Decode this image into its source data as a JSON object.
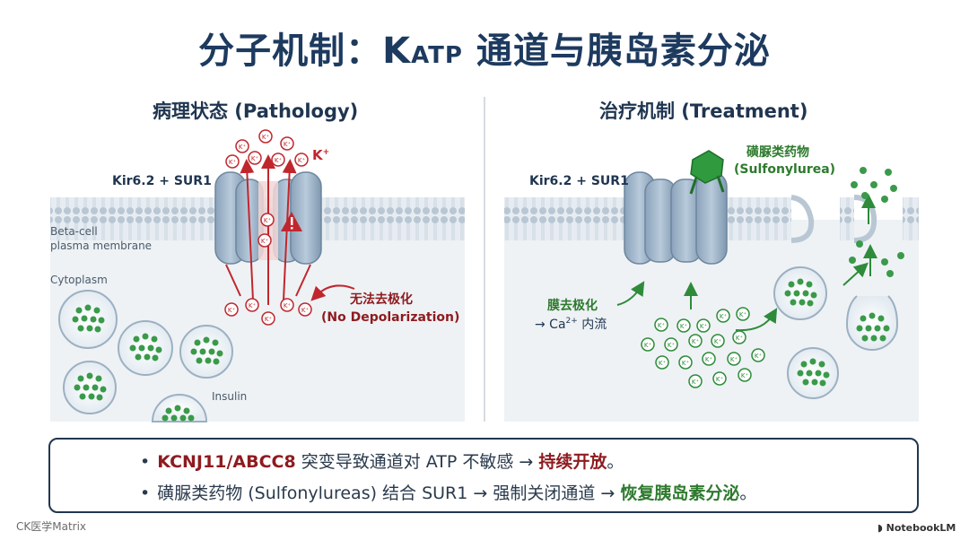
{
  "title": {
    "prefix": "分子机制：",
    "k": "K",
    "atp": "ATP",
    "suffix": " 通道与胰岛素分泌"
  },
  "left_panel": {
    "title": "病理状态 (Pathology)",
    "channel_label": "Kir6.2 + SUR1",
    "membrane_label_1": "Beta-cell",
    "membrane_label_2": "plasma membrane",
    "cytoplasm_label": "Cytoplasm",
    "insulin_label": "Insulin",
    "k_label": "K",
    "k_plus": "+",
    "ion_label": "K⁺",
    "no_depol_cn": "无法去极化",
    "no_depol_en": "(No Depolarization)",
    "warning_icon": "warning-triangle-icon"
  },
  "right_panel": {
    "title": "治疗机制 (Treatment)",
    "channel_label": "Kir6.2 + SUR1",
    "drug_cn": "磺脲类药物",
    "drug_en": "(Sulfonylurea)",
    "depol_cn": "膜去极化",
    "depol_arrow": "→ Ca",
    "depol_sup": "2+",
    "depol_tail": " 内流",
    "ion_label": "K⁺"
  },
  "summary": {
    "b1_gene": "KCNJ11/ABCC8",
    "b1_mid": " 突变导致通道对 ATP 不敏感 → ",
    "b1_end": "持续开放",
    "b1_period": "。",
    "b2_start": "磺脲类药物 (Sulfonylureas) 结合 SUR1 → 强制关闭通道 → ",
    "b2_end": "恢复胰岛素分泌",
    "b2_period": "。"
  },
  "footer": {
    "left": "CK医学Matrix",
    "right": "NotebookLM"
  },
  "colors": {
    "navy": "#1d3a5f",
    "red": "#c0272d",
    "dark_red": "#8e1b1f",
    "green": "#2e8b3a",
    "channel": "#9cb2c8",
    "membrane": "#cdd8e2"
  }
}
